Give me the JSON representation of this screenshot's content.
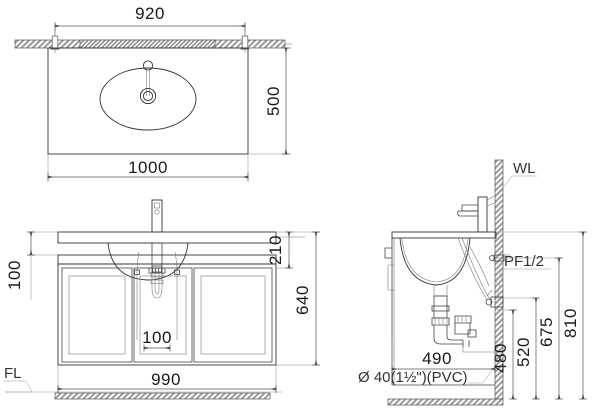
{
  "drawing": {
    "title": "Bathroom vanity cabinet with basin - technical dimension drawing",
    "units": "mm",
    "views": [
      {
        "name": "top-view",
        "label": ""
      },
      {
        "name": "front-elevation-view",
        "label": ""
      },
      {
        "name": "side-section-view",
        "label": ""
      }
    ]
  },
  "top_view": {
    "dim_width_mounting": "920",
    "dim_width_overall": "1000",
    "dim_depth": "500"
  },
  "front_view": {
    "dim_counter_thickness": "100",
    "dim_basin_height": "210",
    "dim_cabinet_total_height": "640",
    "dim_trap_offset": "100",
    "dim_cabinet_width": "990",
    "label_floor_line": "FL"
  },
  "side_view": {
    "label_wall_line": "WL",
    "label_supply_thread": "PF1/2",
    "dim_depth": "490",
    "dim_drain_height": "480",
    "dim_trap_height": "520",
    "dim_supply_height": "675",
    "dim_counter_height": "810",
    "label_drain_pipe": "Ø 40(1½\")(PVC)"
  },
  "colors": {
    "line": "#333333",
    "dimension": "#555555",
    "extension": "#8a8a8a",
    "hatch": "#8c8c8c",
    "text": "#1a1a1a",
    "label_gray": "#555555",
    "background": "#ffffff"
  }
}
